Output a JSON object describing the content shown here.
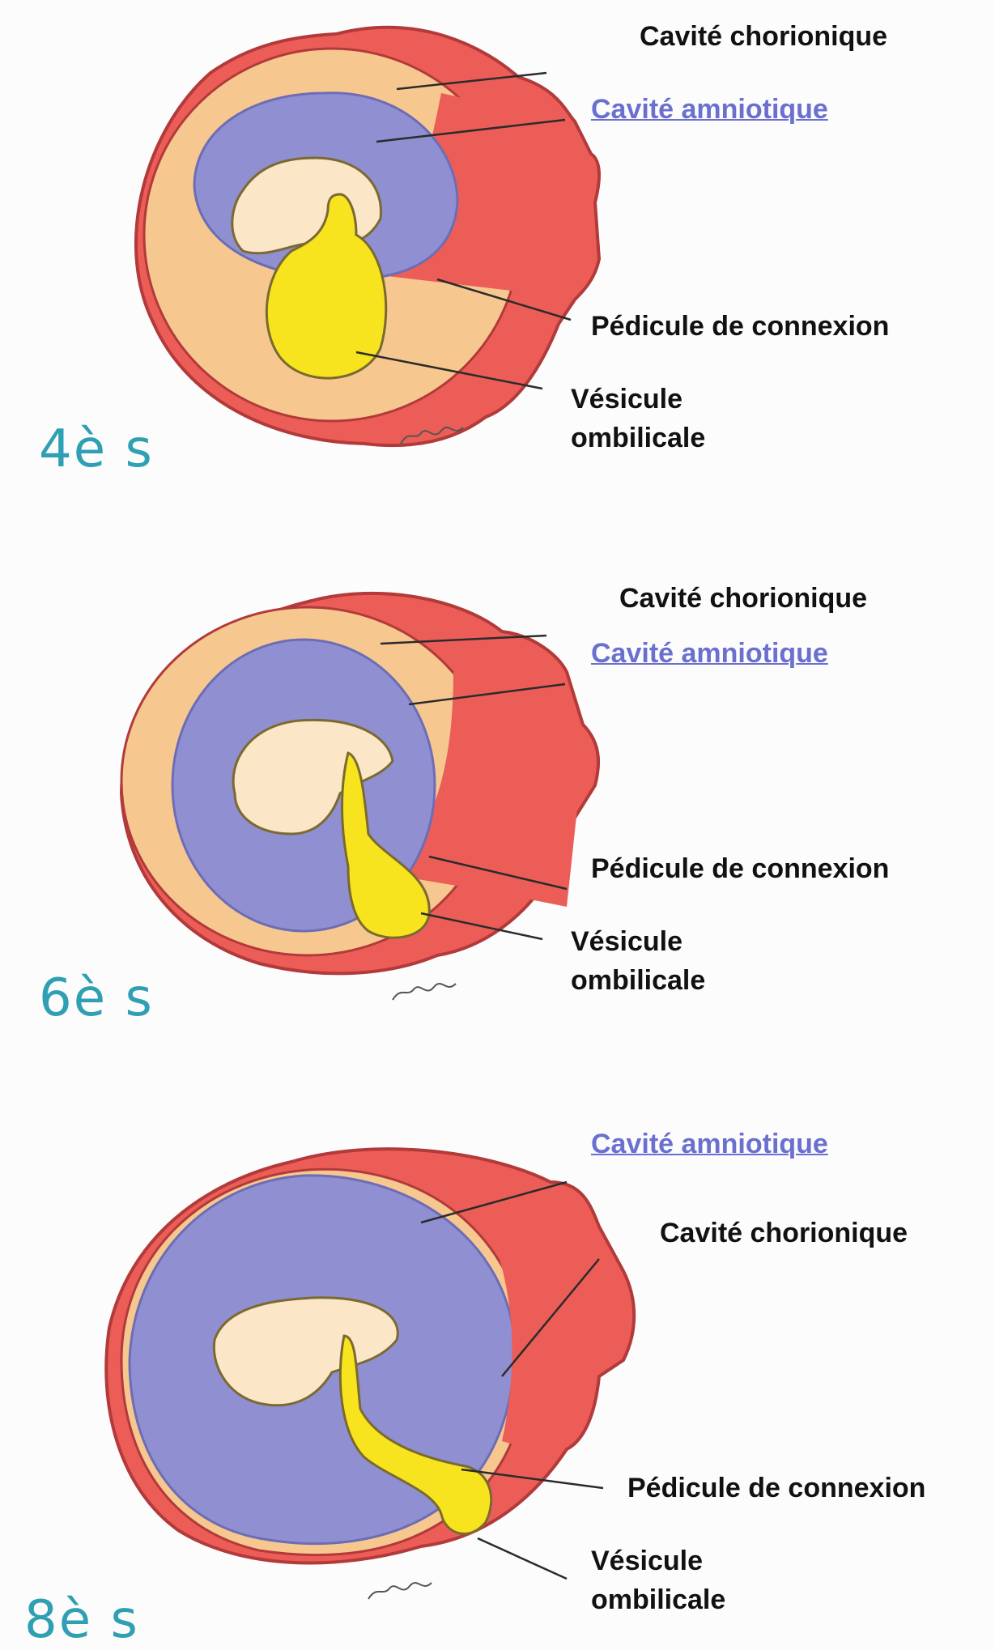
{
  "colors": {
    "chorion": "#ec5d58",
    "chorion_outline": "#b23a3a",
    "chorionic_cavity": "#f6c890",
    "amniotic_cavity": "#8f8fd2",
    "embryo": "#fbe6c8",
    "yolk_sac": "#f7e31e",
    "stage_text": "#2f9fb3",
    "link_text": "#6b6fcf"
  },
  "panels": [
    {
      "stage": "4è s",
      "labels": {
        "chorionic": "Cavité chorionique",
        "amniotic": "Cavité amniotique",
        "stalk": "Pédicule de connexion",
        "yolk_line1": "Vésicule",
        "yolk_line2": "ombilicale"
      }
    },
    {
      "stage": "6è s",
      "labels": {
        "chorionic": "Cavité chorionique",
        "amniotic": "Cavité amniotique",
        "stalk": "Pédicule de connexion",
        "yolk_line1": "Vésicule",
        "yolk_line2": "ombilicale"
      }
    },
    {
      "stage": "8è s",
      "labels": {
        "amniotic": "Cavité amniotique",
        "chorionic": "Cavité chorionique",
        "stalk": "Pédicule de connexion",
        "yolk_line1": "Vésicule",
        "yolk_line2": "ombilicale"
      }
    }
  ]
}
